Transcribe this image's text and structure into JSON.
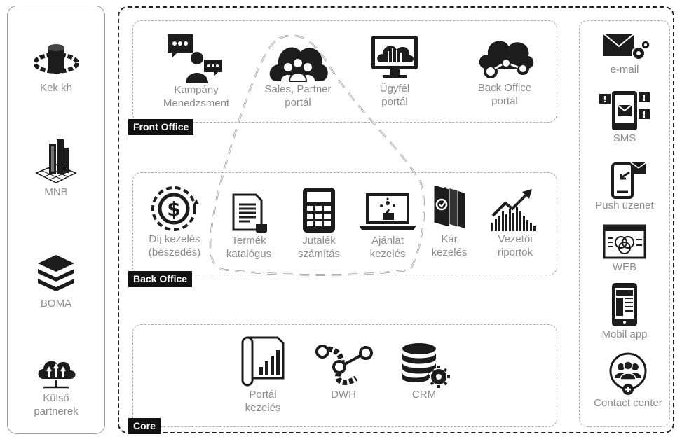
{
  "left": [
    {
      "label": "Kek kh"
    },
    {
      "label": "MNB"
    },
    {
      "label": "BOMA"
    },
    {
      "line1": "Külső",
      "line2": "partnerek"
    }
  ],
  "sections": {
    "front_office": "Front Office",
    "back_office": "Back Office",
    "core": "Core"
  },
  "front_office_items": [
    {
      "line1": "Kampány",
      "line2": "Menedzsment"
    },
    {
      "line1": "Sales, Partner",
      "line2": "portál"
    },
    {
      "line1": "Ügyfél",
      "line2": "portál"
    },
    {
      "line1": "Back Office",
      "line2": "portál"
    }
  ],
  "back_office_items": [
    {
      "line1": "Díj kezelés",
      "line2": "(beszedés)"
    },
    {
      "line1": "Termék",
      "line2": "katalógus"
    },
    {
      "line1": "Jutalék",
      "line2": "számítás"
    },
    {
      "line1": "Ajánlat",
      "line2": "kezelés"
    },
    {
      "line1": "Kár",
      "line2": "kezelés"
    },
    {
      "line1": "Vezetői",
      "line2": "riportok"
    }
  ],
  "core_items": [
    {
      "line1": "Portál",
      "line2": "kezelés"
    },
    {
      "line1": "DWH"
    },
    {
      "line1": "CRM"
    }
  ],
  "channels": [
    {
      "label": "e-mail"
    },
    {
      "label": "SMS"
    },
    {
      "label": "Push üzenet"
    },
    {
      "label": "WEB"
    },
    {
      "label": "Mobil app"
    },
    {
      "label": "Contact center"
    }
  ]
}
